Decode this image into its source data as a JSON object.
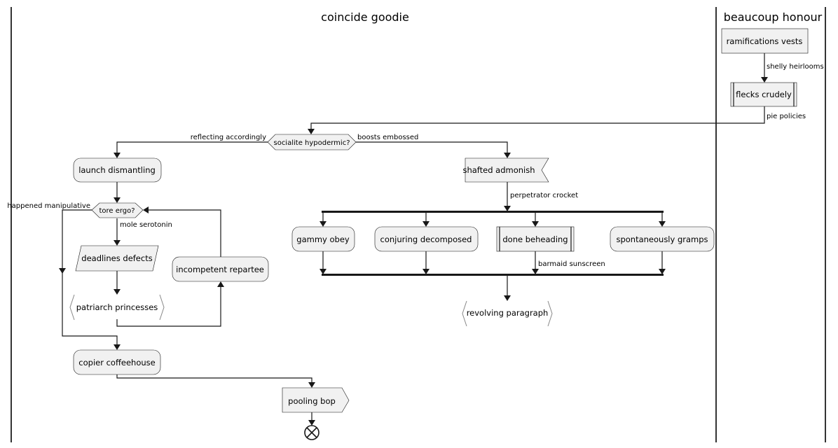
{
  "lanes": {
    "left": "coincide goodie",
    "right": "beaucoup honour"
  },
  "nodes": {
    "ramifications_vests": "ramifications vests",
    "flecks_crudely": "flecks crudely",
    "socialite_hypodermic": "socialite hypodermic?",
    "launch_dismantling": "launch dismantling",
    "tore_ergo": "tore ergo?",
    "deadlines_defects": "deadlines defects",
    "patriarch_princesses": "patriarch princesses",
    "incompetent_repartee": "incompetent repartee",
    "copier_coffeehouse": "copier coffeehouse",
    "pooling_bop": "pooling bop",
    "shafted_admonish": "shafted admonish",
    "gammy_obey": "gammy obey",
    "conjuring_decomposed": "conjuring decomposed",
    "done_beheading": "done beheading",
    "spontaneously_gramps": "spontaneously gramps",
    "revolving_paragraph": "revolving paragraph"
  },
  "edge_labels": {
    "shelly_heirlooms": "shelly heirlooms",
    "pie_policies": "pie policies",
    "reflecting_accordingly": "reflecting accordingly",
    "boosts_embossed": "boosts embossed",
    "happened_manipulative": "happened manipulative",
    "mole_serotonin": "mole serotonin",
    "perpetrator_crocket": "perpetrator crocket",
    "barmaid_sunscreen": "barmaid sunscreen"
  }
}
